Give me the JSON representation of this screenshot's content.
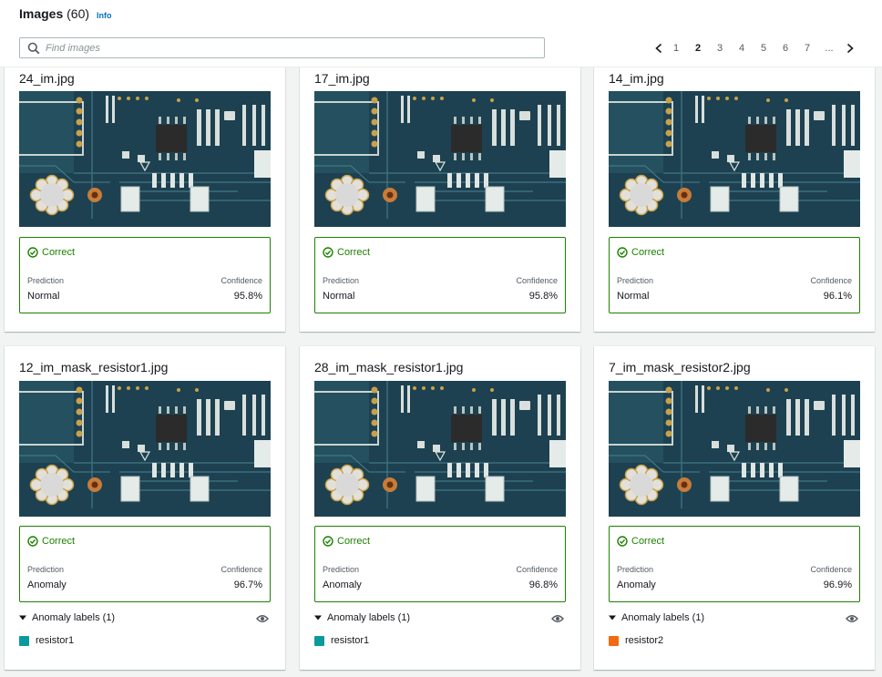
{
  "header": {
    "title": "Images",
    "count": "(60)",
    "info": "Info",
    "search_placeholder": "Find images"
  },
  "pagination": {
    "pages": [
      "1",
      "2",
      "3",
      "4",
      "5",
      "6",
      "7",
      "..."
    ],
    "current": "2"
  },
  "labels": {
    "prediction": "Prediction",
    "confidence": "Confidence",
    "status": "Correct"
  },
  "colors": {
    "correct": "#1d8102",
    "teal_label": "#0b9a9c",
    "orange_label": "#f06a0f"
  },
  "cards": [
    {
      "filename": "24_im.jpg",
      "status": "Correct",
      "prediction": "Normal",
      "confidence": "95.8%"
    },
    {
      "filename": "17_im.jpg",
      "status": "Correct",
      "prediction": "Normal",
      "confidence": "95.8%"
    },
    {
      "filename": "14_im.jpg",
      "status": "Correct",
      "prediction": "Normal",
      "confidence": "96.1%"
    },
    {
      "filename": "12_im_mask_resistor1.jpg",
      "status": "Correct",
      "prediction": "Anomaly",
      "confidence": "96.7%",
      "anomaly_header": "Anomaly labels (1)",
      "anomaly_label": "resistor1",
      "label_color": "#0b9a9c"
    },
    {
      "filename": "28_im_mask_resistor1.jpg",
      "status": "Correct",
      "prediction": "Anomaly",
      "confidence": "96.8%",
      "anomaly_header": "Anomaly labels (1)",
      "anomaly_label": "resistor1",
      "label_color": "#0b9a9c"
    },
    {
      "filename": "7_im_mask_resistor2.jpg",
      "status": "Correct",
      "prediction": "Anomaly",
      "confidence": "96.9%",
      "anomaly_header": "Anomaly labels (1)",
      "anomaly_label": "resistor2",
      "label_color": "#f06a0f"
    }
  ]
}
